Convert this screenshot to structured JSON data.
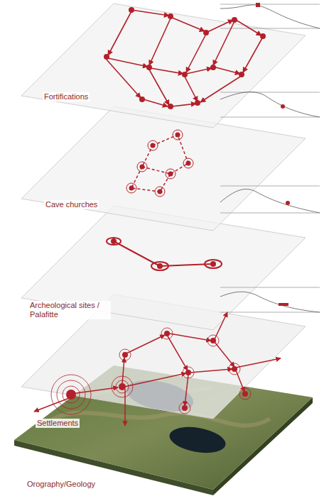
{
  "diagram": {
    "labels": [
      "Fortifications",
      "Cave churches",
      "Archeological sites / Palafitte",
      "Settlements",
      "Orography/Geology"
    ]
  }
}
